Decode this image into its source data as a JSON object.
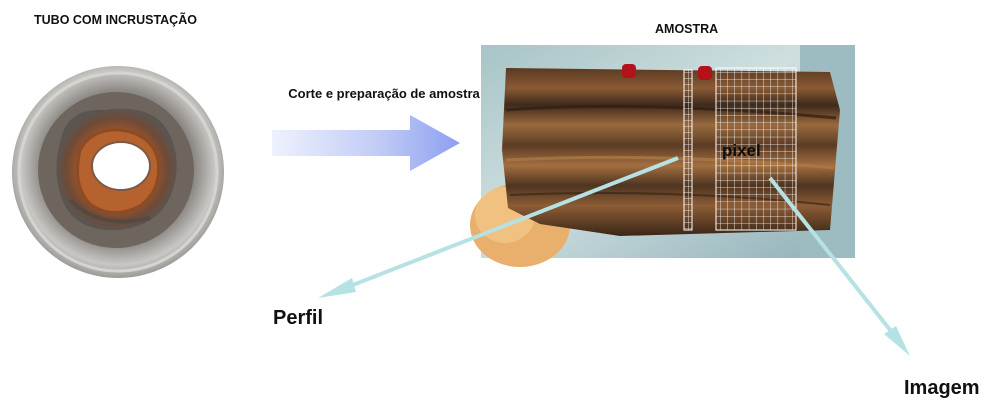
{
  "labels": {
    "tube_title": "TUBO COM INCRUSTAÇÃO",
    "sample_title": "AMOSTRA",
    "process_text": "Corte e preparação de amostra",
    "profile_label": "Perfil",
    "image_label": "Imagem",
    "pixel_label": "pixel"
  },
  "colors": {
    "arrow_fill_light": "#dfe6fb",
    "arrow_fill_dark": "#8d9ff1",
    "pointer_line": "#b6e2e4",
    "grid_line": "#ffffff",
    "rust": "#8a4a22",
    "pipe_metal": "#a6a4a1"
  }
}
